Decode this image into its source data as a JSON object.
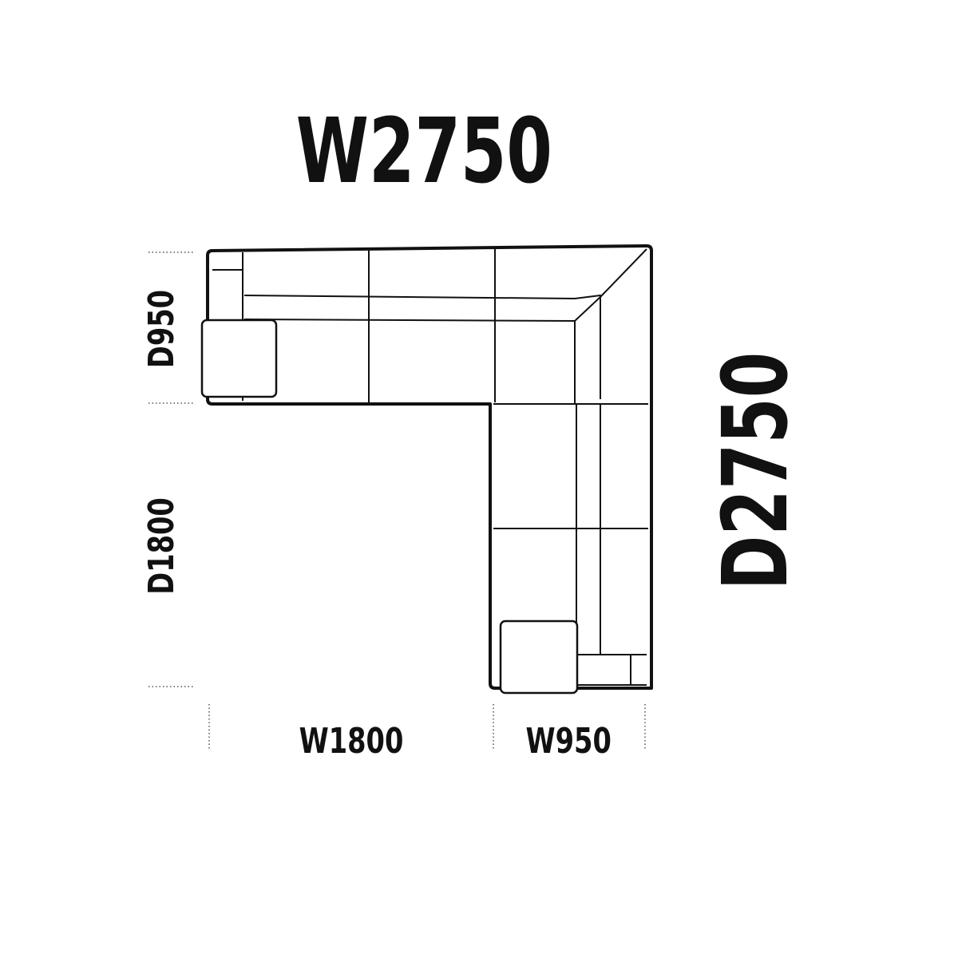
{
  "dimensions": {
    "total_width": "W2750",
    "total_depth": "D2750",
    "arm_depth": "D950",
    "chaise_depth": "D1800",
    "left_width": "W1800",
    "right_width": "W950"
  },
  "colors": {
    "line": "#111111",
    "background": "#ffffff",
    "guide": "#555555"
  }
}
